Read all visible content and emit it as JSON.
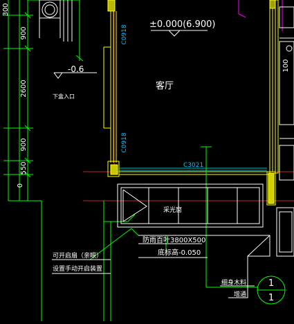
{
  "colors": {
    "background": "#000000",
    "dim": "#00ff00",
    "text": "#ffffff",
    "wall": "#ffff00",
    "window": "#00ffff",
    "axis": "#ff3333",
    "cyan_label": "#00c0ff",
    "magenta": "#ff00ff"
  },
  "dims": {
    "d300": "300",
    "d900a": "900",
    "d2600": "2600",
    "d900b": "900",
    "d550": "550",
    "d0": "0",
    "d100": "100"
  },
  "labels": {
    "elevation_main": "±0.000(6.900)",
    "elevation_small": "-0.6",
    "lower_entrance": "下盒入口",
    "room_name": "客厅",
    "window_c0918_top": "C0918",
    "window_c0918_bottom": "C0918",
    "window_c3021": "C3021",
    "skylight": "采光窗",
    "louver": "防雨百叶3800X500",
    "floor_level": "底标高-0.050",
    "openable_1": "可开启扇（亲眼）",
    "openable_2": "设置手动开启装置",
    "material": "细身木料",
    "note": "增通",
    "section_top": "1",
    "section_bottom": "1"
  }
}
